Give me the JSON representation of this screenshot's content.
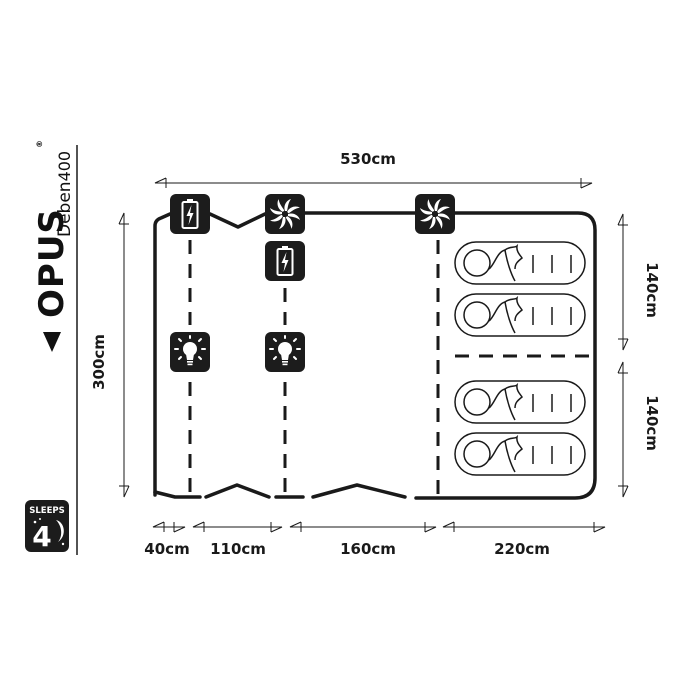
{
  "brand": {
    "name": "OPUS",
    "registered_mark": "®",
    "model_name": "Deben",
    "model_number": "400"
  },
  "sleeps_badge": {
    "label": "SLEEPS",
    "count": "4",
    "icon": "moon-stars-icon"
  },
  "dimensions": {
    "overall_width": "530cm",
    "overall_depth": "300cm",
    "bedroom_1_depth": "140cm",
    "bedroom_2_depth": "140cm",
    "segments": [
      "40cm",
      "110cm",
      "160cm",
      "220cm"
    ]
  },
  "features": [
    {
      "type": "battery",
      "icon": "battery-icon",
      "zone": "front-porch"
    },
    {
      "type": "fan",
      "icon": "fan-icon",
      "zone": "living-area"
    },
    {
      "type": "battery",
      "icon": "battery-icon",
      "zone": "living-area"
    },
    {
      "type": "light",
      "icon": "light-bulb-icon",
      "zone": "front-porch"
    },
    {
      "type": "light",
      "icon": "light-bulb-icon",
      "zone": "living-area"
    },
    {
      "type": "fan",
      "icon": "fan-icon",
      "zone": "bedroom"
    }
  ],
  "sleeping_bags": [
    {
      "icon": "sleeping-bag-icon",
      "bedroom": 1
    },
    {
      "icon": "sleeping-bag-icon",
      "bedroom": 1
    },
    {
      "icon": "sleeping-bag-icon",
      "bedroom": 2
    },
    {
      "icon": "sleeping-bag-icon",
      "bedroom": 2
    }
  ],
  "colors": {
    "ink": "#1a1a1a",
    "background": "#ffffff",
    "icon_fill": "#1c1c1c"
  }
}
